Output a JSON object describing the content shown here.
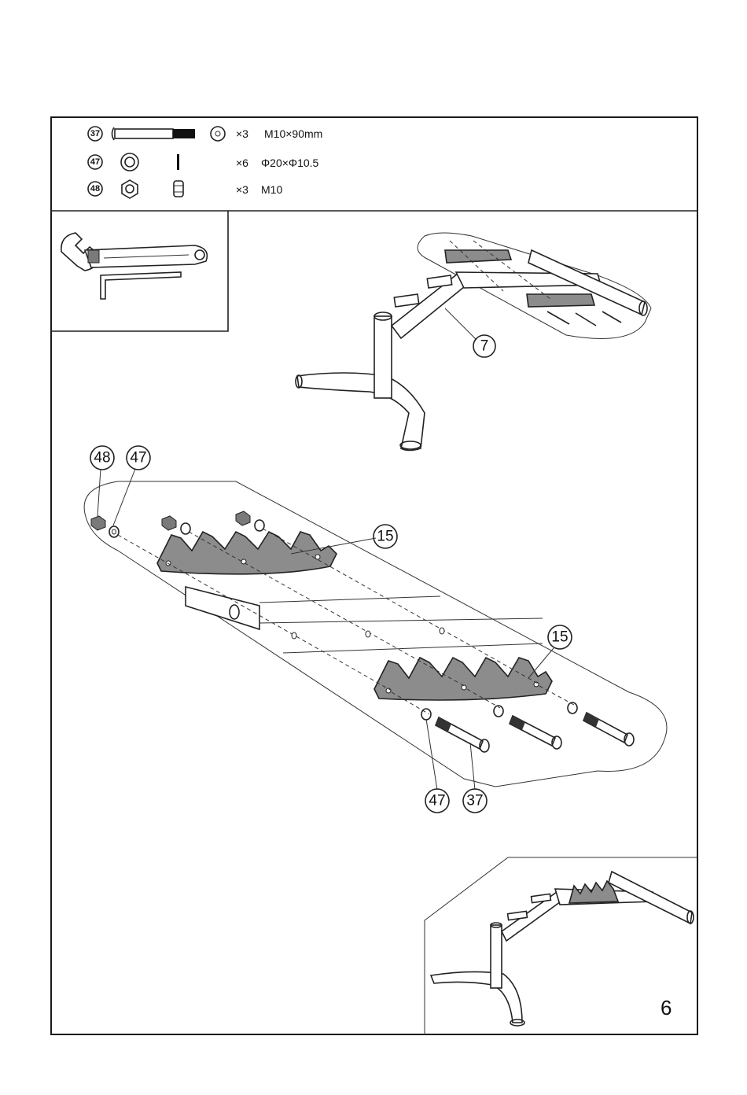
{
  "hardware": [
    {
      "part": "37",
      "qty": "×3",
      "spec": "M10×90mm",
      "icon": "bolt-icon"
    },
    {
      "part": "47",
      "qty": "×6",
      "spec": "Φ20×Φ10.5",
      "icon": "washer-icon"
    },
    {
      "part": "48",
      "qty": "×3",
      "spec": "M10",
      "icon": "nut-icon"
    }
  ],
  "tools": [
    "adjustable-wrench-icon",
    "allen-key-icon"
  ],
  "callouts": {
    "overview_part": "7",
    "detail_nut": "48",
    "detail_washer_top": "47",
    "plate_upper": "15",
    "plate_lower": "15",
    "detail_washer_bottom": "47",
    "detail_bolt": "37"
  },
  "step_number": "6"
}
